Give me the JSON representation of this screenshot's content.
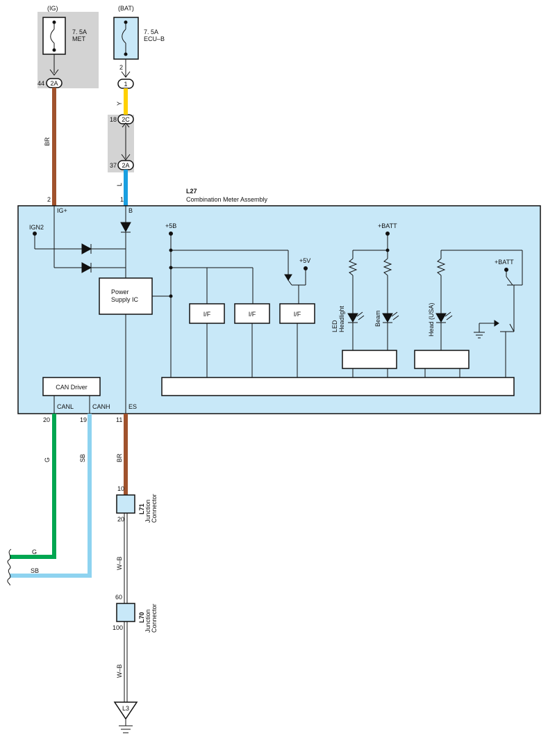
{
  "colors": {
    "brown": "#a0522d",
    "yellow": "#ffd000",
    "blue": "#1a9fe0",
    "green": "#00a651",
    "sky_blue": "#8ed3f0",
    "panel_gray": "#d3d3d3",
    "module_fill": "#c8e8f8"
  },
  "fuse_ig": {
    "source": "(IG)",
    "rating": "7. 5A",
    "name": "MET",
    "pin": "44",
    "connector": "2A"
  },
  "fuse_bat": {
    "source": "(BAT)",
    "rating": "7. 5A",
    "name": "ECU–B",
    "pin": "2",
    "connector": "1"
  },
  "junction_block": {
    "pin_top": "18",
    "conn_top": "2C",
    "pin_bottom": "37",
    "conn_bottom": "2A"
  },
  "wires": {
    "br_top": "BR",
    "y": "Y",
    "l": "L",
    "g": "G",
    "sb": "SB",
    "br_bottom": "BR",
    "wb1": "W–B",
    "wb2": "W–B",
    "g_end": "G",
    "sb_end": "SB"
  },
  "meter": {
    "id": "L27",
    "name": "Combination Meter Assembly",
    "pin_ig": "2",
    "label_ig": "IG+",
    "pin_b": "1",
    "label_b": "B",
    "ign2": "IGN2",
    "plus5b": "+5B",
    "plus5v": "+5V",
    "batt1": "+BATT",
    "batt2": "+BATT",
    "power_ic_1": "Power",
    "power_ic_2": "Supply IC",
    "if1": "I/F",
    "if2": "I/F",
    "if3": "I/F",
    "led1_a": "LED",
    "led1_b": "Headlight",
    "led2": "Beam",
    "led3": "Head (USA)",
    "can_driver": "CAN Driver",
    "canl": "CANL",
    "canh": "CANH",
    "es": "ES",
    "pin_canl": "20",
    "pin_canh": "19",
    "pin_es": "11"
  },
  "l71": {
    "id": "L71",
    "name_1": "Junction",
    "name_2": "Connector",
    "pin_top": "10",
    "pin_bottom": "20"
  },
  "l70": {
    "id": "L70",
    "name_1": "Junction",
    "name_2": "Connector",
    "pin_top": "60",
    "pin_bottom": "100"
  },
  "ground": {
    "id": "L3"
  }
}
